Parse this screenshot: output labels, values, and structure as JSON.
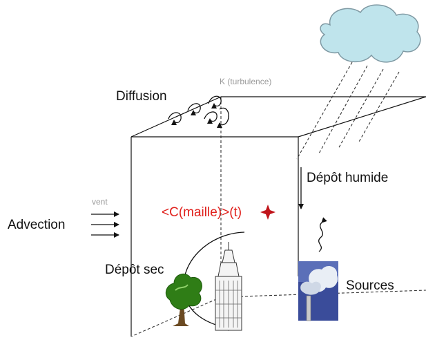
{
  "labels": {
    "turbulence": "K (turbulence)",
    "diffusion": "Diffusion",
    "depot_humide": "Dépôt humide",
    "vent": "vent",
    "advection": "Advection",
    "concentration": "<C(maille)>(t)",
    "depot_sec": "Dépôt sec",
    "sources": "Sources"
  },
  "icons": [
    "cloud-icon",
    "tree-icon",
    "skyscraper-icon",
    "smokestack-icon",
    "star-icon"
  ],
  "colors": {
    "cloud_fill": "#bfe4ec",
    "concentration_text": "#e0201c",
    "star": "#c0141a",
    "smoke_sky": "#3a4c9a",
    "tree_green": "#2f7d16"
  }
}
